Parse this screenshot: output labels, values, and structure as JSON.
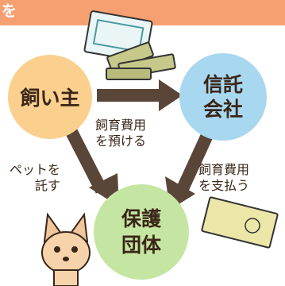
{
  "header": {
    "text": "を"
  },
  "nodes": {
    "owner": {
      "label": "飼い主"
    },
    "trust": {
      "line1": "信託",
      "line2": "会社"
    },
    "group": {
      "line1": "保護",
      "line2": "団体"
    }
  },
  "edges": {
    "owner_to_trust": {
      "line1": "飼育費用",
      "line2": "を預ける"
    },
    "owner_to_group": {
      "line1": "ペットを",
      "line2": "託す"
    },
    "trust_to_group": {
      "line1": "飼育費用",
      "line2": "を支払う"
    }
  },
  "colors": {
    "banner": "#f6a072",
    "owner": "#fbd08f",
    "trust": "#a8d8f0",
    "group": "#c5e6a2",
    "arrow": "#5a4638"
  }
}
